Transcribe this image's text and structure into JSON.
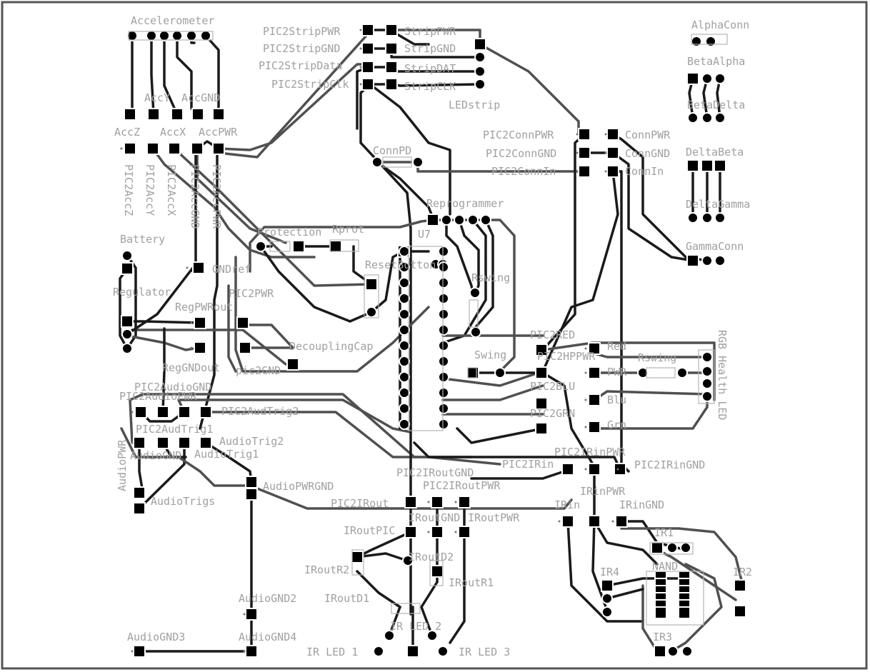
{
  "diagram": {
    "labels": [
      {
        "id": "accelerometer",
        "text": "Accelerometer"
      },
      {
        "id": "pic2strippwr",
        "text": "PIC2StripPWR"
      },
      {
        "id": "pic2stripgnd",
        "text": "PIC2StripGND"
      },
      {
        "id": "pic2stripdata",
        "text": "PIC2StripData"
      },
      {
        "id": "pic2stripclk",
        "text": "PIC2StripClk"
      },
      {
        "id": "strippwr",
        "text": "StripPWR"
      },
      {
        "id": "stripgnd",
        "text": "StripGND"
      },
      {
        "id": "stripdat",
        "text": "StripDAT"
      },
      {
        "id": "stripclk",
        "text": "StripCLK"
      },
      {
        "id": "ledstrip",
        "text": "LEDstrip"
      },
      {
        "id": "alphaconn",
        "text": "AlphaConn"
      },
      {
        "id": "betaalpha",
        "text": "BetaAlpha"
      },
      {
        "id": "betadelta",
        "text": "BetaDelta"
      },
      {
        "id": "deltabeta",
        "text": "DeltaBeta"
      },
      {
        "id": "deltagamma",
        "text": "DeltaGamma"
      },
      {
        "id": "gammaconn",
        "text": "GammaConn"
      },
      {
        "id": "accy",
        "text": "AccY"
      },
      {
        "id": "accgnd",
        "text": "AccGND"
      },
      {
        "id": "accz",
        "text": "AccZ"
      },
      {
        "id": "accx",
        "text": "AccX"
      },
      {
        "id": "accpwr",
        "text": "AccPWR"
      },
      {
        "id": "pic2accz",
        "text": "PIC2AccZ"
      },
      {
        "id": "pic2accy",
        "text": "PIC2AccY"
      },
      {
        "id": "pic2accx",
        "text": "PIC2AccX"
      },
      {
        "id": "pic2accgnd",
        "text": "PIC2AccGND"
      },
      {
        "id": "pic2accpwr",
        "text": "PIC2AccPWR"
      },
      {
        "id": "pic2connpwr",
        "text": "PIC2ConnPWR"
      },
      {
        "id": "pic2conngnd",
        "text": "PIC2ConnGND"
      },
      {
        "id": "pic2connin",
        "text": "PIC2ConnIn"
      },
      {
        "id": "connpwr",
        "text": "ConnPWR"
      },
      {
        "id": "conngnd",
        "text": "ConnGND"
      },
      {
        "id": "connin",
        "text": "ConnIn"
      },
      {
        "id": "connpd",
        "text": "ConnPD"
      },
      {
        "id": "reprogrammer",
        "text": "Reprogrammer"
      },
      {
        "id": "battery",
        "text": "Battery"
      },
      {
        "id": "protection",
        "text": "Protection"
      },
      {
        "id": "rprot",
        "text": "Rprot"
      },
      {
        "id": "u7",
        "text": "U7"
      },
      {
        "id": "resetbutton",
        "text": "ResetButton"
      },
      {
        "id": "rswing1",
        "text": "Rswing"
      },
      {
        "id": "gndref",
        "text": "GNDref"
      },
      {
        "id": "regulator",
        "text": "Regulator"
      },
      {
        "id": "pic2pwr",
        "text": "PIC2PWR"
      },
      {
        "id": "regpwrout",
        "text": "RegPWRout"
      },
      {
        "id": "decouplingcap",
        "text": "DecouplingCap"
      },
      {
        "id": "reggndout",
        "text": "RegGNDout"
      },
      {
        "id": "pic2gnd",
        "text": "pic2GND"
      },
      {
        "id": "pic2red",
        "text": "PIC2RED"
      },
      {
        "id": "pic2hppwr",
        "text": "PIC2HPPWR"
      },
      {
        "id": "swing",
        "text": "Swing"
      },
      {
        "id": "red",
        "text": "Red"
      },
      {
        "id": "pwr",
        "text": "PWR"
      },
      {
        "id": "rswing2",
        "text": "Rswing"
      },
      {
        "id": "rgbhealthled",
        "text": "RGB Health LED"
      },
      {
        "id": "pic2blu",
        "text": "PIC2BLU"
      },
      {
        "id": "blu",
        "text": "Blu"
      },
      {
        "id": "pic2grn",
        "text": "PIC2GRN"
      },
      {
        "id": "grn",
        "text": "Grn"
      },
      {
        "id": "pic2audiognd",
        "text": "PIC2AudioGND"
      },
      {
        "id": "pic2audiopwr",
        "text": "PIC2AudioPWR"
      },
      {
        "id": "pic2audtrig2",
        "text": "PIC2AudTrig2"
      },
      {
        "id": "pic2audtrig1",
        "text": "PIC2AudTrig1"
      },
      {
        "id": "audiotrig2",
        "text": "AudioTrig2"
      },
      {
        "id": "audiopwr",
        "text": "AudioPWR"
      },
      {
        "id": "audiognd",
        "text": "AudioGND"
      },
      {
        "id": "audiotrig1",
        "text": "AudioTrig1"
      },
      {
        "id": "audiotrigs",
        "text": "AudioTrigs"
      },
      {
        "id": "audiopwrgnd",
        "text": "AudioPWRGND"
      },
      {
        "id": "pic2iroutgnd",
        "text": "PIC2IRoutGND"
      },
      {
        "id": "pic2irin",
        "text": "PIC2IRin"
      },
      {
        "id": "pic2irinpwr",
        "text": "PIC2IRinPWR"
      },
      {
        "id": "pic2iringnd",
        "text": "PIC2IRinGND"
      },
      {
        "id": "pic2iroutpwr",
        "text": "PIC2IRoutPWR"
      },
      {
        "id": "irinpwr",
        "text": "IRinPWR"
      },
      {
        "id": "pic2irout",
        "text": "PIC2IRout"
      },
      {
        "id": "irin",
        "text": "IRin"
      },
      {
        "id": "iringnd",
        "text": "IRinGND"
      },
      {
        "id": "iroutgnd",
        "text": "IRoutGND"
      },
      {
        "id": "iroutpwr",
        "text": "IRoutPWR"
      },
      {
        "id": "iroutpic",
        "text": "IRoutPIC"
      },
      {
        "id": "iroutd2",
        "text": "IRoutD2"
      },
      {
        "id": "iroutr2",
        "text": "IRoutR2"
      },
      {
        "id": "iroutr1",
        "text": "IRoutR1"
      },
      {
        "id": "iroutd1",
        "text": "IRoutD1"
      },
      {
        "id": "ir1",
        "text": "IR1"
      },
      {
        "id": "ir2",
        "text": "IR2"
      },
      {
        "id": "ir3",
        "text": "IR3"
      },
      {
        "id": "ir4",
        "text": "IR4"
      },
      {
        "id": "nand",
        "text": "NAND"
      },
      {
        "id": "audiognd2",
        "text": "AudioGND2"
      },
      {
        "id": "audiognd3",
        "text": "AudioGND3"
      },
      {
        "id": "audiognd4",
        "text": "AudioGND4"
      },
      {
        "id": "irled1",
        "text": "IR LED 1"
      },
      {
        "id": "irled2",
        "text": "IR LED 2"
      },
      {
        "id": "irled3",
        "text": "IR LED 3"
      }
    ]
  }
}
